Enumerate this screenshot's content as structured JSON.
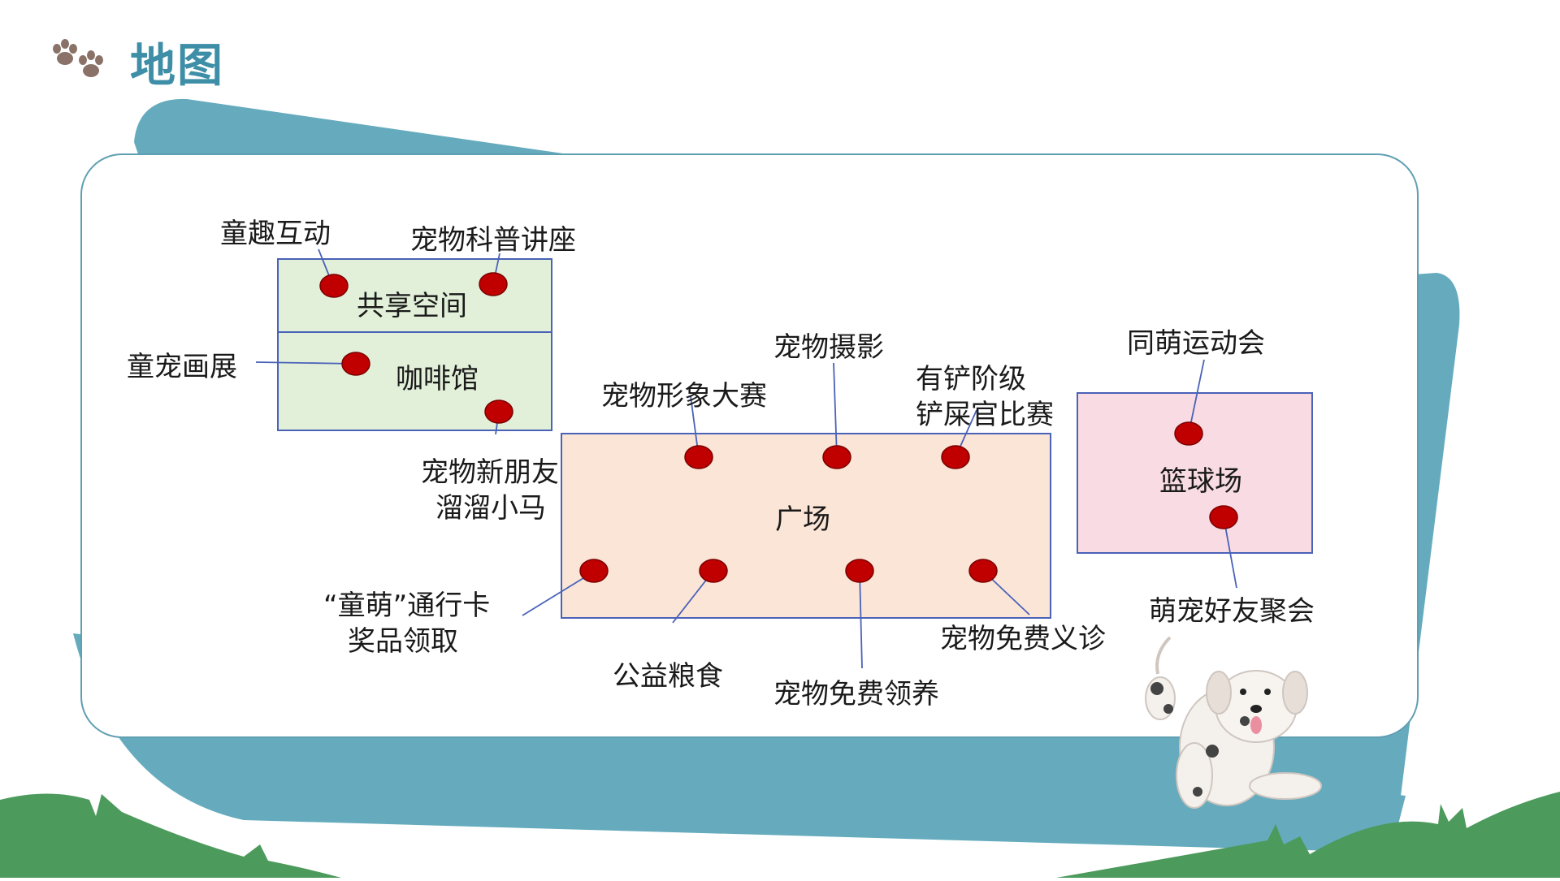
{
  "slide": {
    "title": "地图"
  },
  "colors": {
    "title": "#3d8ea6",
    "teal_backdrop": "#65abbd",
    "card_border": "#5f9fb2",
    "zone_border": "#4a62b8",
    "shared_space_fill": "#e2f0d9",
    "plaza_fill": "#fbe5d6",
    "court_fill": "#f8dbe3",
    "marker": "#c00000",
    "grass": "#4c9a5c",
    "paw": "#8a7268"
  },
  "zones": {
    "shared_space": "共享空间",
    "cafe": "咖啡馆",
    "plaza": "广场",
    "basketball_court": "篮球场"
  },
  "activities": {
    "kids_interaction": "童趣互动",
    "pet_lecture": "宠物科普讲座",
    "kids_pet_painting": "童宠画展",
    "pet_new_friend_line1": "宠物新朋友",
    "pet_new_friend_line2": "溜溜小马",
    "pet_photo": "宠物摄影",
    "pet_image_contest": "宠物形象大赛",
    "poop_contest_line1": "有铲阶级",
    "poop_contest_line2": "铲屎官比赛",
    "pass_card_line1": "“童萌”通行卡",
    "pass_card_line2": "奖品领取",
    "charity_food": "公益粮食",
    "free_adoption": "宠物免费领养",
    "free_clinic": "宠物免费义诊",
    "sports_meet": "同萌运动会",
    "friends_gathering": "萌宠好友聚会"
  }
}
